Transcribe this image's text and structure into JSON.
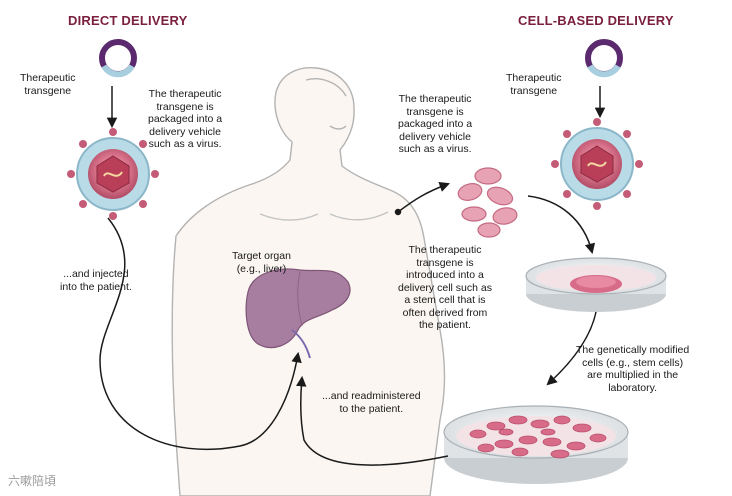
{
  "headings": {
    "left": "DIRECT DELIVERY",
    "right": "CELL-BASED DELIVERY"
  },
  "labels": {
    "transgene_left": [
      "Therapeutic",
      "transgene"
    ],
    "transgene_right": [
      "Therapeutic",
      "transgene"
    ],
    "packaged_left": [
      "The therapeutic",
      "transgene is",
      "packaged into a",
      "delivery vehicle",
      "such as a virus."
    ],
    "packaged_center": [
      "The therapeutic",
      "transgene is",
      "packaged into a",
      "delivery vehicle",
      "such as a virus."
    ],
    "injected": [
      "...and injected",
      "into the patient."
    ],
    "target_organ": [
      "Target organ",
      "(e.g., liver)"
    ],
    "introduced": [
      "The therapeutic",
      "transgene is",
      "introduced into a",
      "delivery cell such as",
      "a stem cell that is",
      "often derived from",
      "the patient."
    ],
    "multiplied": [
      "The genetically modified",
      "cells (e.g., stem cells)",
      "are multiplied in the",
      "laboratory."
    ],
    "readministered": [
      "...and readministered",
      "to the patient."
    ]
  },
  "colors": {
    "heading": "#7a1f3d",
    "plasmid": "#5b2a6e",
    "virus_capsid": "#c9516b",
    "virus_spikes": "#9fc6d8",
    "liver": "#a87ea0",
    "cells": "#e18ba0",
    "skin_outline": "#b3b3b3"
  },
  "watermark": "六嗽陪頃"
}
